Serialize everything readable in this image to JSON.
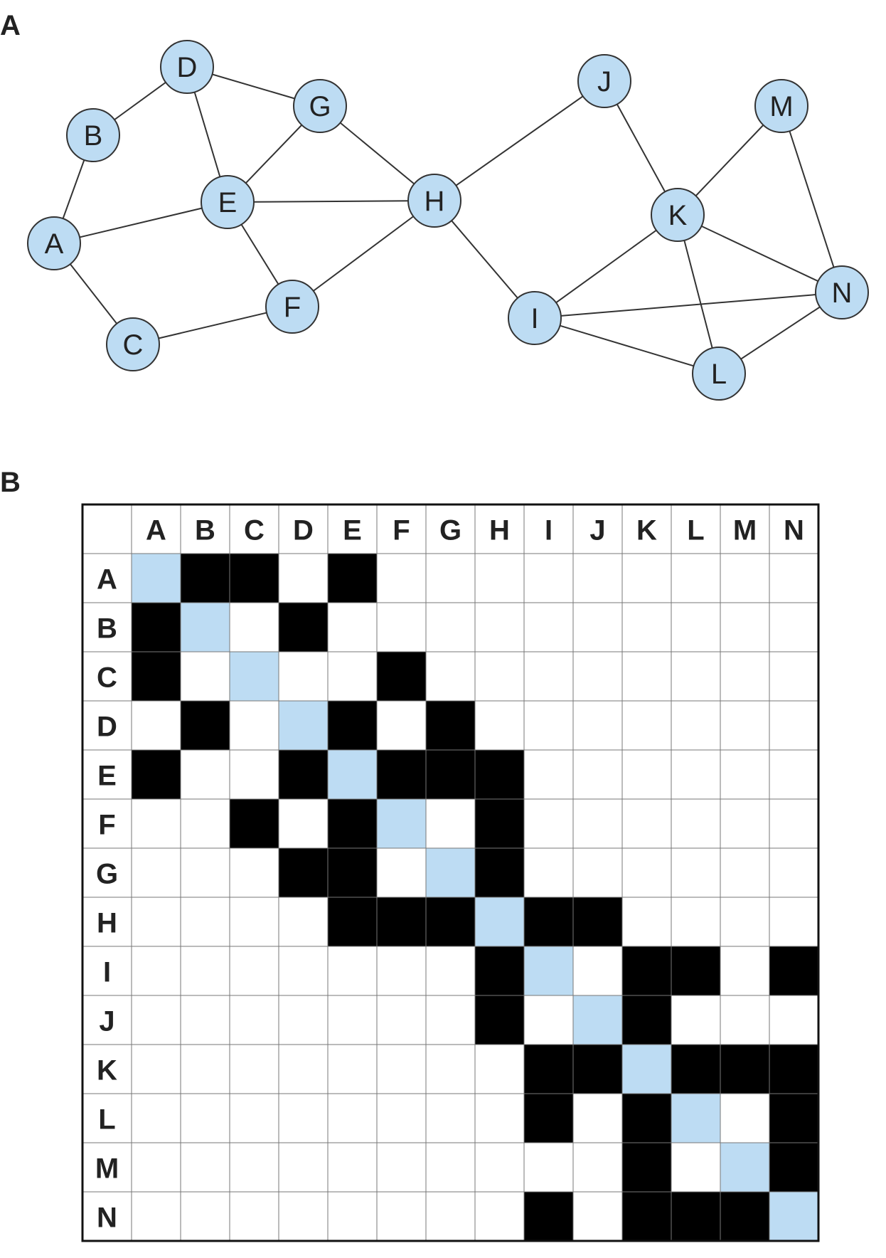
{
  "panels": {
    "a": "A",
    "b": "B"
  },
  "colors": {
    "node_fill": "#bddcf3",
    "diagonal": "#bddcf3",
    "connected": "#000000",
    "empty": "#ffffff"
  },
  "graph": {
    "nodes": [
      "A",
      "B",
      "C",
      "D",
      "E",
      "F",
      "G",
      "H",
      "I",
      "J",
      "K",
      "L",
      "M",
      "N"
    ],
    "edges": [
      [
        "A",
        "B"
      ],
      [
        "A",
        "C"
      ],
      [
        "A",
        "E"
      ],
      [
        "B",
        "D"
      ],
      [
        "C",
        "F"
      ],
      [
        "D",
        "E"
      ],
      [
        "D",
        "G"
      ],
      [
        "E",
        "F"
      ],
      [
        "E",
        "G"
      ],
      [
        "E",
        "H"
      ],
      [
        "F",
        "H"
      ],
      [
        "G",
        "H"
      ],
      [
        "H",
        "I"
      ],
      [
        "H",
        "J"
      ],
      [
        "I",
        "K"
      ],
      [
        "I",
        "L"
      ],
      [
        "I",
        "N"
      ],
      [
        "J",
        "K"
      ],
      [
        "K",
        "L"
      ],
      [
        "K",
        "M"
      ],
      [
        "K",
        "N"
      ],
      [
        "L",
        "N"
      ],
      [
        "M",
        "N"
      ]
    ]
  },
  "matrix": {
    "labels": [
      "A",
      "B",
      "C",
      "D",
      "E",
      "F",
      "G",
      "H",
      "I",
      "J",
      "K",
      "L",
      "M",
      "N"
    ],
    "rows": [
      [
        2,
        1,
        1,
        0,
        1,
        0,
        0,
        0,
        0,
        0,
        0,
        0,
        0,
        0
      ],
      [
        1,
        2,
        0,
        1,
        0,
        0,
        0,
        0,
        0,
        0,
        0,
        0,
        0,
        0
      ],
      [
        1,
        0,
        2,
        0,
        0,
        1,
        0,
        0,
        0,
        0,
        0,
        0,
        0,
        0
      ],
      [
        0,
        1,
        0,
        2,
        1,
        0,
        1,
        0,
        0,
        0,
        0,
        0,
        0,
        0
      ],
      [
        1,
        0,
        0,
        1,
        2,
        1,
        1,
        1,
        0,
        0,
        0,
        0,
        0,
        0
      ],
      [
        0,
        0,
        1,
        0,
        1,
        2,
        0,
        1,
        0,
        0,
        0,
        0,
        0,
        0
      ],
      [
        0,
        0,
        0,
        1,
        1,
        0,
        2,
        1,
        0,
        0,
        0,
        0,
        0,
        0
      ],
      [
        0,
        0,
        0,
        0,
        1,
        1,
        1,
        2,
        1,
        1,
        0,
        0,
        0,
        0
      ],
      [
        0,
        0,
        0,
        0,
        0,
        0,
        0,
        1,
        2,
        0,
        1,
        1,
        0,
        1
      ],
      [
        0,
        0,
        0,
        0,
        0,
        0,
        0,
        1,
        0,
        2,
        1,
        0,
        0,
        0
      ],
      [
        0,
        0,
        0,
        0,
        0,
        0,
        0,
        0,
        1,
        1,
        2,
        1,
        1,
        1
      ],
      [
        0,
        0,
        0,
        0,
        0,
        0,
        0,
        0,
        1,
        0,
        1,
        2,
        0,
        1
      ],
      [
        0,
        0,
        0,
        0,
        0,
        0,
        0,
        0,
        0,
        0,
        1,
        0,
        2,
        1
      ],
      [
        0,
        0,
        0,
        0,
        0,
        0,
        0,
        0,
        1,
        0,
        1,
        1,
        1,
        2
      ]
    ]
  }
}
